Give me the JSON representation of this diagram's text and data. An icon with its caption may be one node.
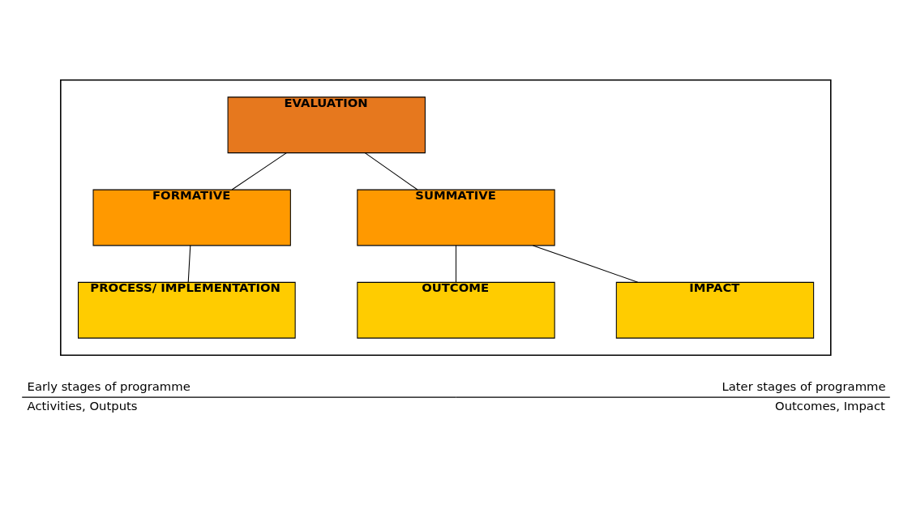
{
  "diagram": {
    "nodes": [
      {
        "text": [],
        "shape": "box"
      },
      {
        "text": [
          "EVALUATION"
        ],
        "in": 0
      },
      {
        "text": [
          "FORMATIVE"
        ],
        "in": 0
      },
      {
        "text": [
          "SUMMATIVE"
        ],
        "in": 0
      },
      {
        "text": [
          "PROCESS/ IMPLEMENTATION"
        ],
        "in": 0
      },
      {
        "text": [
          "OUTCOME"
        ],
        "in": 0
      },
      {
        "text": [
          "IMPACT"
        ],
        "in": 0
      }
    ],
    "edges": [
      {
        "from": 1,
        "to": 2,
        "arrow": "none"
      },
      {
        "from": 1,
        "to": 3,
        "arrow": "none"
      },
      {
        "from": 2,
        "to": 4,
        "arrow": "none"
      },
      {
        "from": 3,
        "to": 5,
        "arrow": "none"
      },
      {
        "from": 3,
        "to": 6,
        "arrow": "none"
      }
    ],
    "labels": [
      "Early stages of programme",
      "Later stages of programme",
      "Activities, Outputs",
      "Outcomes, Impact"
    ]
  }
}
